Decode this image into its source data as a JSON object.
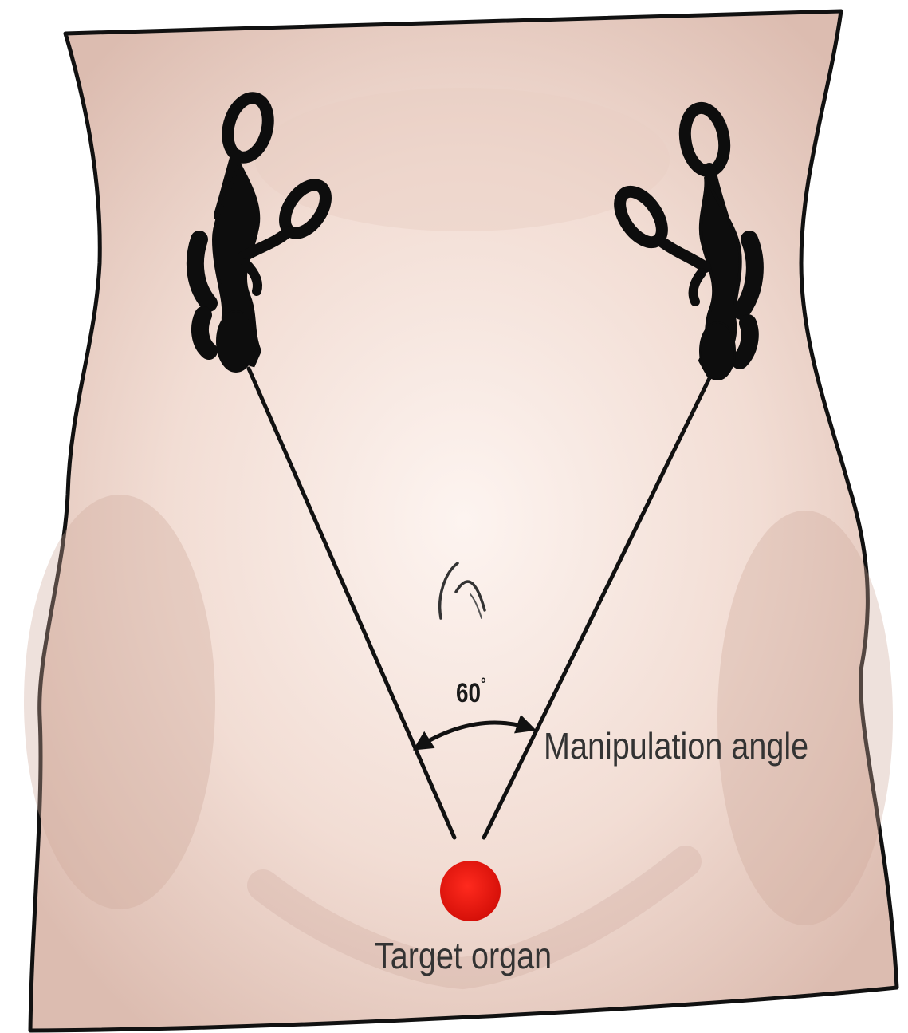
{
  "figure": {
    "angle_value": "60",
    "angle_unit": "°",
    "manipulation_angle_label": "Manipulation angle",
    "target_label": "Target organ"
  },
  "colors": {
    "skin_light": "#fbeee8",
    "skin_mid": "#ecd3c8",
    "skin_shadow": "#d6b2a4",
    "outline": "#111111",
    "instrument": "#0d0d0d",
    "target": "#e8160f"
  },
  "icons": [
    "left-laparoscopic-grasper-icon",
    "right-laparoscopic-grasper-icon",
    "navel-icon",
    "angle-arc-icon",
    "target-organ-dot-icon"
  ]
}
